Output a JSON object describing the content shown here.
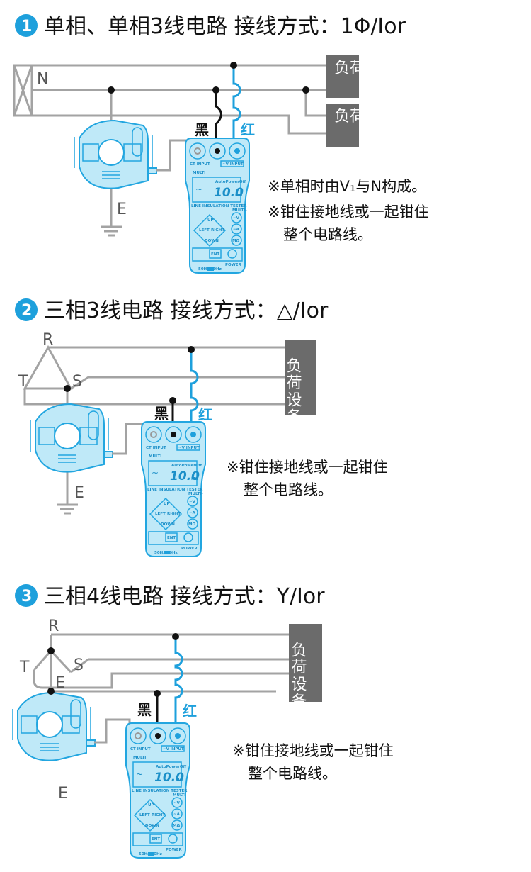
{
  "colors": {
    "accent": "#1ea0dc",
    "wire": "#a3a3a3",
    "load": "#6b6b6b",
    "meter_fill": "#bfe9f8"
  },
  "meter": {
    "ct_input": "CT INPUT",
    "v_input": "~V INPUT",
    "multi": "MULTI",
    "auto_power_off": "AutoPowerOff",
    "reading": "10.0",
    "unit": "MΩ",
    "ac_symbol": "~",
    "tester": "LINE INSULATION TESTER",
    "multi_minus": "MULTI-",
    "up": "UP",
    "left": "LEFT",
    "right": "RIGHT",
    "down": "DOWN",
    "ent": "ENT",
    "power": "POWER",
    "btn_v": "~V",
    "btn_a": "~A",
    "btn_mohm": "MΩ",
    "freq": "50Hz    60Hz"
  },
  "sections": [
    {
      "number": "1",
      "title": "单相、单相3线电路  接线方式：1Φ/Ior",
      "labels": {
        "n": "N",
        "e": "E",
        "black": "黑",
        "red": "红"
      },
      "loads": [
        "负荷",
        "负荷"
      ],
      "notes": [
        "※单相时由V₁与N构成。",
        "※钳住接地线或一起钳住",
        "整个电路线。"
      ]
    },
    {
      "number": "2",
      "title": "三相3线电路  接线方式：△/Ior",
      "labels": {
        "r": "R",
        "s": "S",
        "t": "T",
        "e": "E",
        "black": "黑",
        "red": "红"
      },
      "load": "负荷设备",
      "notes": [
        "※钳住接地线或一起钳住",
        "整个电路线。"
      ]
    },
    {
      "number": "3",
      "title": "三相4线电路  接线方式：Y/Ior",
      "labels": {
        "r": "R",
        "s": "S",
        "t": "T",
        "e_top": "E",
        "e": "E",
        "black": "黑",
        "red": "红"
      },
      "load": "负荷设备",
      "notes": [
        "※钳住接地线或一起钳住",
        "整个电路线。"
      ]
    }
  ]
}
